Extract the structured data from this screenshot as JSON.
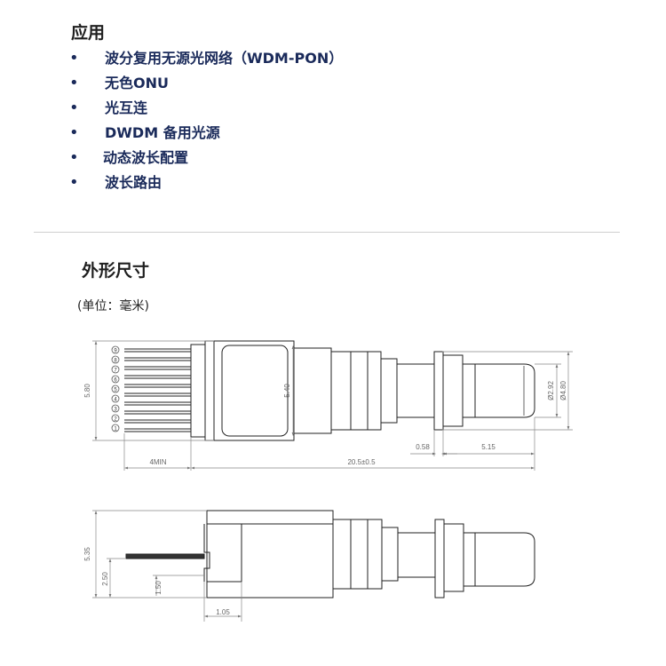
{
  "applications": {
    "heading": "应用",
    "bullet": "•",
    "items": [
      "波分复用无源光网络（WDM-PON）",
      "无色ONU",
      "光互连",
      "DWDM 备用光源",
      "动态波长配置",
      "波长路由"
    ]
  },
  "dimensions": {
    "heading": "外形尺寸",
    "unit_note": "(单位：毫米)",
    "top_view": {
      "pin_labels": [
        "9",
        "8",
        "7",
        "6",
        "5",
        "4",
        "3",
        "2",
        "1"
      ],
      "dim_total_height": "5.80",
      "dim_body_height": "5.40",
      "dim_inner_dia": "Ø2.92",
      "dim_outer_dia": "Ø4.80",
      "dim_flange": "0.58",
      "dim_tip": "5.15",
      "dim_pin_min": "4MIN",
      "dim_length": "20.5±0.5"
    },
    "side_view": {
      "dim_total": "5.35",
      "dim_lead_height": "2.50",
      "dim_lead_offset": "1.50",
      "dim_lead_width": "1.05"
    }
  }
}
